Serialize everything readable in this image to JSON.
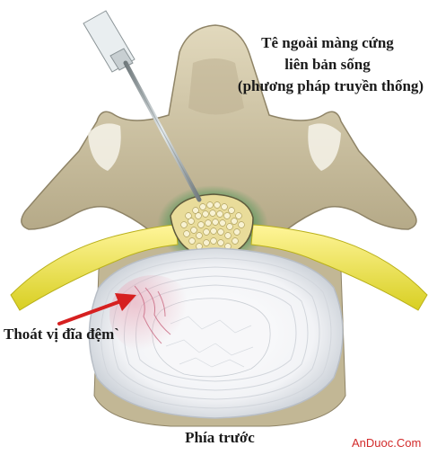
{
  "title": {
    "line1": "Tê ngoài màng cứng",
    "line2": "liên bản sống",
    "line3": "(phương pháp truyền thống)"
  },
  "labels": {
    "hernia": "Thoát vị đĩa đệm`",
    "front": "Phía trước"
  },
  "watermark": "AnDuoc.Com",
  "colors": {
    "bone": "#cfc4a6",
    "bone_shadow": "#8f8467",
    "nerve": "#e8e23a",
    "cord": "#e9dc9a",
    "epidural_glow": "#1e8a3e",
    "disc": "#f4f4f6",
    "arrow": "#d62020",
    "hernia_tint": "#e7a3b4",
    "needle": "#9aa3a6"
  },
  "icons": [
    "syringe-needle-icon",
    "red-arrow-icon"
  ]
}
